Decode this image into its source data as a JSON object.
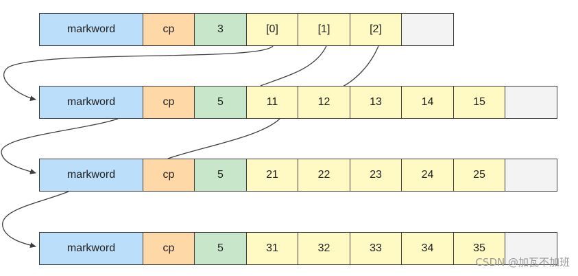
{
  "colors": {
    "markword": "#bbdefb",
    "cp": "#ffd8a8",
    "len": "#c8e6c9",
    "slot": "#fff9c4",
    "empty": "#f3f3f3",
    "border": "#3d3d3d",
    "arrow": "#3d3d3d"
  },
  "rows": [
    {
      "cells": [
        {
          "text": "markword",
          "kind": "markword"
        },
        {
          "text": "cp",
          "kind": "cp"
        },
        {
          "text": "3",
          "kind": "len"
        },
        {
          "text": "[0]",
          "kind": "slot"
        },
        {
          "text": "[1]",
          "kind": "slot"
        },
        {
          "text": "[2]",
          "kind": "slot"
        },
        {
          "text": "",
          "kind": "empty"
        }
      ]
    },
    {
      "cells": [
        {
          "text": "markword",
          "kind": "markword"
        },
        {
          "text": "cp",
          "kind": "cp"
        },
        {
          "text": "5",
          "kind": "len"
        },
        {
          "text": "11",
          "kind": "slot"
        },
        {
          "text": "12",
          "kind": "slot"
        },
        {
          "text": "13",
          "kind": "slot"
        },
        {
          "text": "14",
          "kind": "slot"
        },
        {
          "text": "15",
          "kind": "slot"
        },
        {
          "text": "",
          "kind": "empty"
        }
      ]
    },
    {
      "cells": [
        {
          "text": "markword",
          "kind": "markword"
        },
        {
          "text": "cp",
          "kind": "cp"
        },
        {
          "text": "5",
          "kind": "len"
        },
        {
          "text": "21",
          "kind": "slot"
        },
        {
          "text": "22",
          "kind": "slot"
        },
        {
          "text": "23",
          "kind": "slot"
        },
        {
          "text": "24",
          "kind": "slot"
        },
        {
          "text": "25",
          "kind": "slot"
        },
        {
          "text": "",
          "kind": "empty"
        }
      ]
    },
    {
      "cells": [
        {
          "text": "markword",
          "kind": "markword"
        },
        {
          "text": "cp",
          "kind": "cp"
        },
        {
          "text": "5",
          "kind": "len"
        },
        {
          "text": "31",
          "kind": "slot"
        },
        {
          "text": "32",
          "kind": "slot"
        },
        {
          "text": "33",
          "kind": "slot"
        },
        {
          "text": "34",
          "kind": "slot"
        },
        {
          "text": "35",
          "kind": "slot"
        },
        {
          "text": "",
          "kind": "empty"
        }
      ]
    }
  ],
  "watermark": "CSDN @加瓦不加班"
}
